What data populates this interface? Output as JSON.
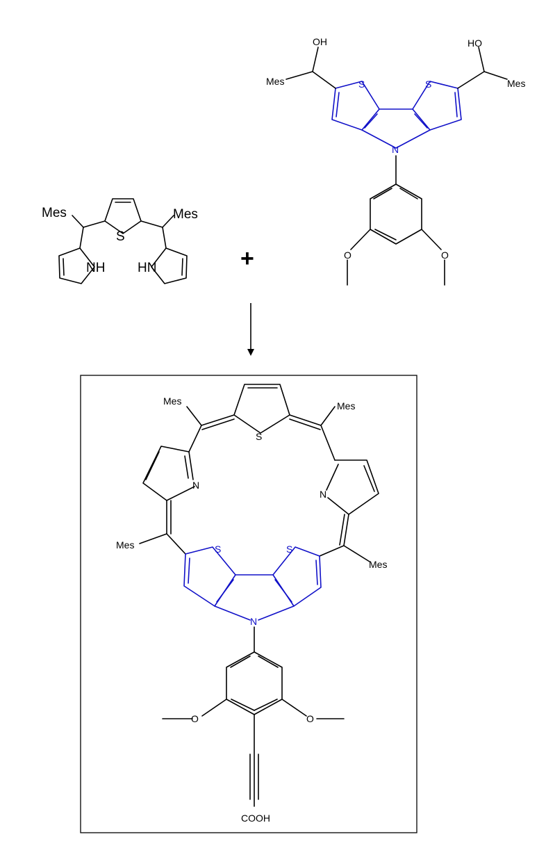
{
  "reactant1": {
    "mes_left": "Mes",
    "mes_right": "Mes",
    "sulfur": "S",
    "nh_left": "NH",
    "nh_right": "HN"
  },
  "operator": {
    "plus": "+"
  },
  "reactant2": {
    "oh_left": "OH",
    "oh_right": "HO",
    "mes_left": "Mes",
    "mes_right": "Mes",
    "s_left": "S",
    "s_right": "S",
    "nitrogen": "N",
    "o_left": "O",
    "o_right": "O"
  },
  "product": {
    "mes_top_left": "Mes",
    "mes_top_right": "Mes",
    "mes_mid_left": "Mes",
    "mes_mid_right": "Mes",
    "s_top": "S",
    "n_left": "N",
    "n_right": "N",
    "s_left": "S",
    "s_right": "S",
    "n_bottom": "N",
    "o_left": "O",
    "o_right": "O",
    "cooh": "COOH"
  },
  "colors": {
    "bond": "#000000",
    "highlight": "#1010c8",
    "background": "#ffffff"
  }
}
